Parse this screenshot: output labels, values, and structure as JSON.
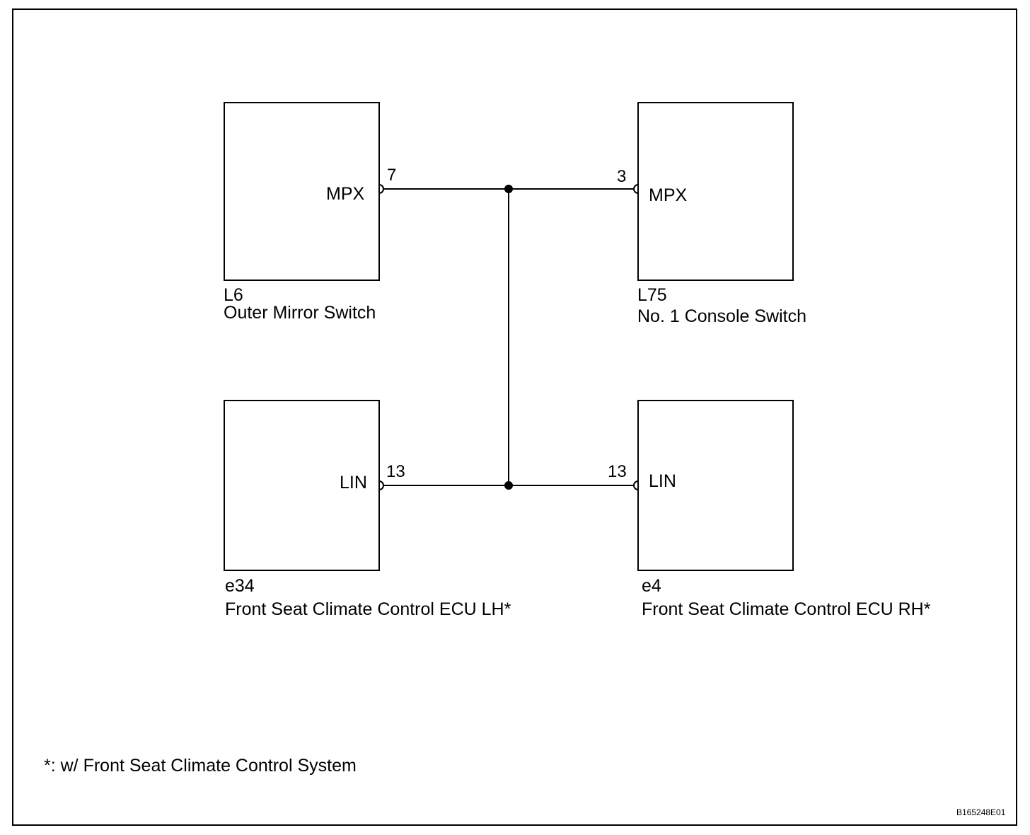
{
  "components": {
    "l6": {
      "ref": "L6",
      "name": "Outer Mirror Switch",
      "pin": "7",
      "signal": "MPX"
    },
    "l75": {
      "ref": "L75",
      "name": "No. 1 Console Switch",
      "pin": "3",
      "signal": "MPX"
    },
    "e34": {
      "ref": "e34",
      "name": "Front Seat Climate Control ECU LH*",
      "pin": "13",
      "signal": "LIN"
    },
    "e4": {
      "ref": "e4",
      "name": "Front Seat Climate Control ECU RH*",
      "pin": "13",
      "signal": "LIN"
    }
  },
  "footnote": "*: w/ Front Seat Climate Control System",
  "figure_code": "B165248E01"
}
